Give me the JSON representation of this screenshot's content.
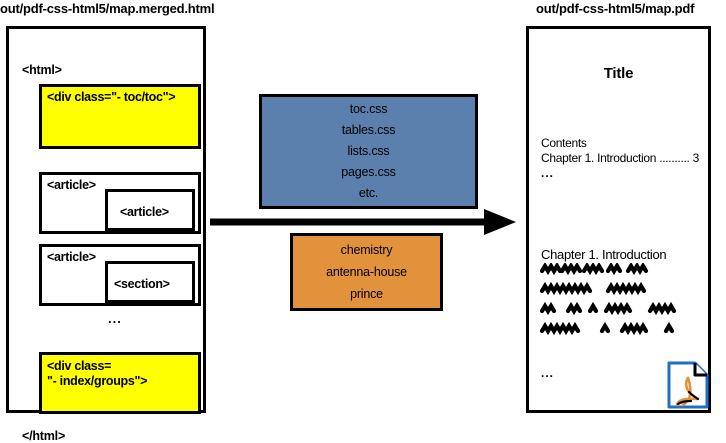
{
  "diagram": {
    "left_caption": "out/pdf-css-html5/map.merged.html",
    "right_caption": "out/pdf-css-html5/map.pdf",
    "arrow_name": "transform-arrow"
  },
  "html_panel": {
    "open_tag": "<html>",
    "close_tag": "</html>",
    "ellipsis": "...",
    "nodes": [
      {
        "label": "<div class=\"- toc/toc\">",
        "fill": "#FFFF00",
        "kind": "div-toc"
      },
      {
        "label": "<article>",
        "fill": "#FFFFFF",
        "kind": "article",
        "child": "<article>"
      },
      {
        "label": "<article>",
        "fill": "#FFFFFF",
        "kind": "article",
        "child": "<section>"
      },
      {
        "label": "<div class=\n\"- index/groups\">",
        "fill": "#FFFF00",
        "kind": "div-index"
      }
    ]
  },
  "css_box": {
    "fill": "#5B80AE",
    "items": [
      "toc.css",
      "tables.css",
      "lists.css",
      "pages.css",
      "etc."
    ]
  },
  "engine_box": {
    "fill": "#E3923C",
    "items": [
      "chemistry",
      "antenna-house",
      "prince"
    ]
  },
  "pdf_panel": {
    "title": "Title",
    "contents_heading": "Contents",
    "toc_entry": "Chapter 1. Introduction .......... 3",
    "toc_ellipsis": "...",
    "chapter_heading": "Chapter 1. Introduction",
    "body_ellipsis": "...",
    "body_line_count": 4,
    "icon": "pdf-file-icon",
    "icon_colors": {
      "outline": "#1F6FC4",
      "swirl": "#E3923C"
    }
  }
}
